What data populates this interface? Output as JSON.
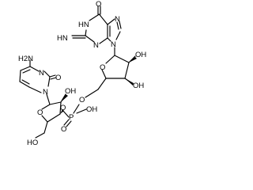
{
  "structure": {
    "atoms": {
      "guanine_o": "O",
      "guanine_n1h": "HN",
      "guanine_imine_nh": "HN",
      "guanine_n_ring": "N",
      "guanine_n_imid": "N",
      "guanine_n9": "N",
      "top_sugar_o": "O",
      "top_sugar_oh_2": "OH",
      "top_sugar_oh_3": "OH",
      "phosphodiester_o_5": "O",
      "phosphorus": "P",
      "phosphate_oh": "OH",
      "phosphate_o_double": "O",
      "phosphodiester_o_3": "O",
      "cytidine_nh2": "H2N",
      "cytidine_n_ring": "N",
      "cytidine_o": "O",
      "cytidine_n1": "N",
      "bottom_sugar_o": "O",
      "bottom_sugar_oh_2": "OH",
      "bottom_sugar_ho_5": "HO"
    }
  },
  "colors": {
    "background": "#ffffff",
    "ink": "#000000"
  }
}
